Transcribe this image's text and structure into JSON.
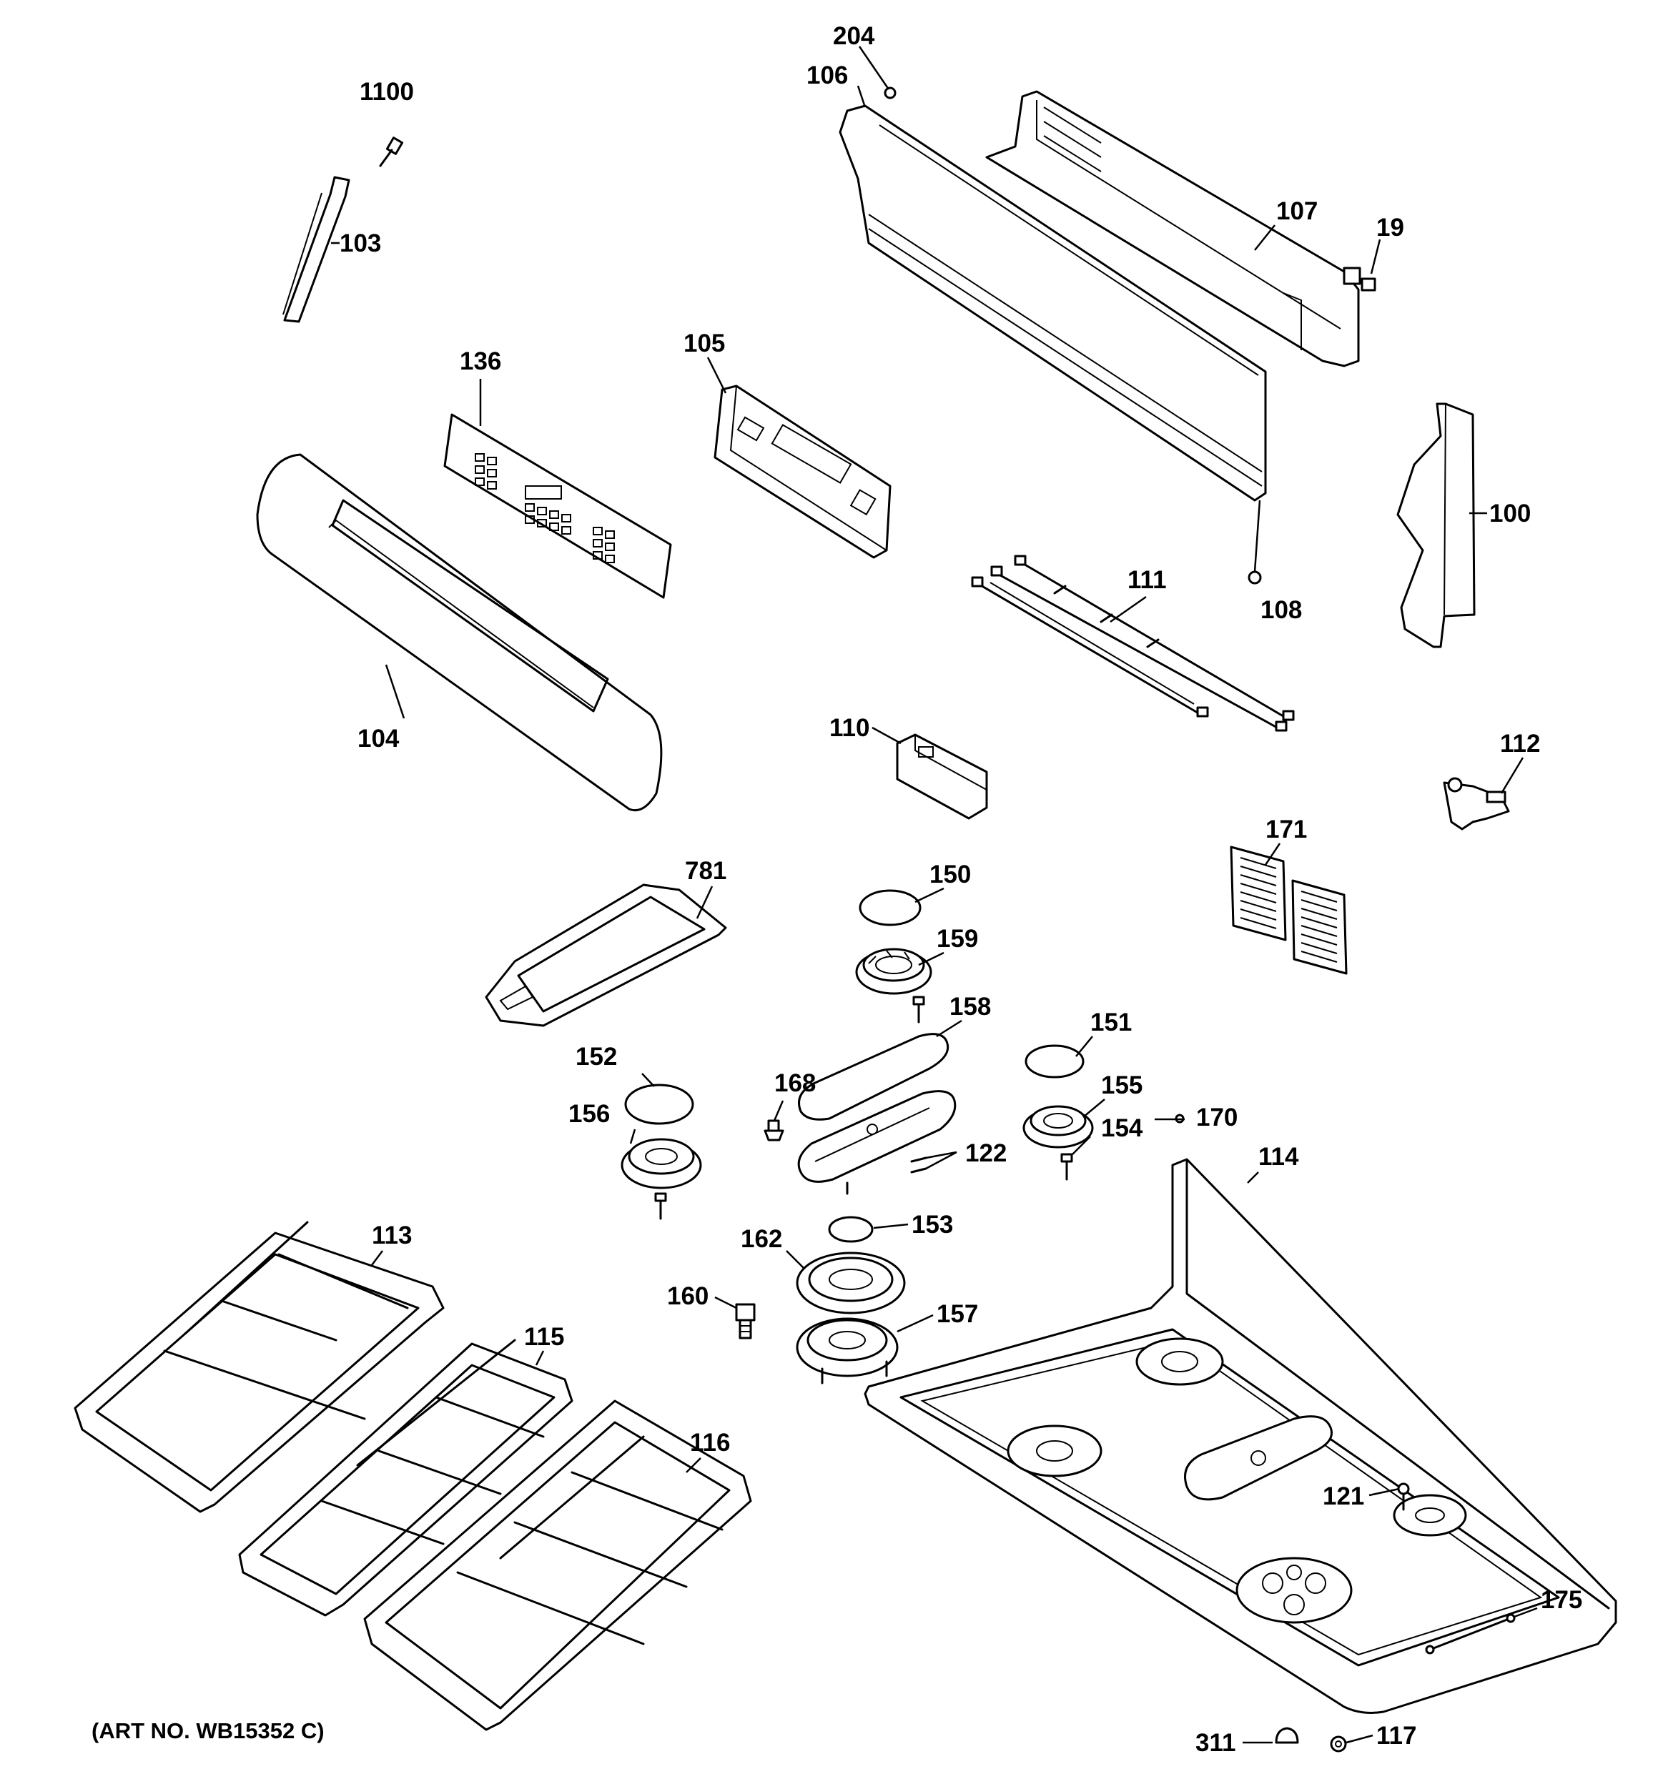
{
  "diagram": {
    "art_number": "(ART NO. WB15352 C)",
    "part_labels": [
      "1100",
      "103",
      "204",
      "106",
      "107",
      "19",
      "136",
      "105",
      "100",
      "104",
      "111",
      "108",
      "110",
      "112",
      "171",
      "781",
      "150",
      "159",
      "158",
      "151",
      "152",
      "156",
      "168",
      "155",
      "170",
      "154",
      "122",
      "114",
      "113",
      "153",
      "162",
      "160",
      "157",
      "115",
      "116",
      "121",
      "175",
      "311",
      "117"
    ]
  }
}
